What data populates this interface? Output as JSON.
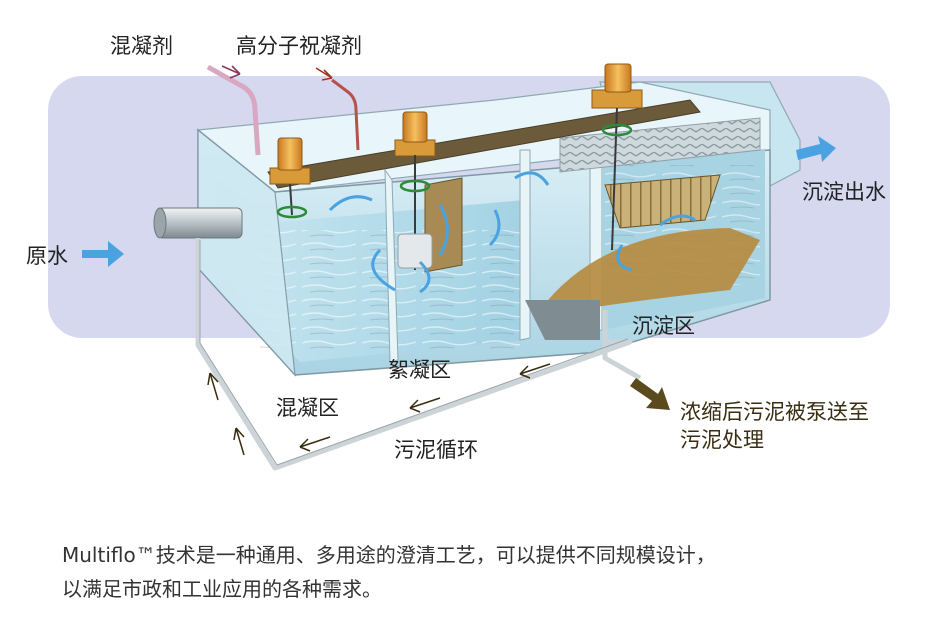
{
  "labels": {
    "coagulant": "混凝剂",
    "polymer": "高分子祝凝剂",
    "raw_water": "原水",
    "effluent": "沉淀出水",
    "settling_zone": "沉淀区",
    "flocculation_zone": "絮凝区",
    "coagulation_zone": "混凝区",
    "sludge_recirculation": "污泥循环",
    "sludge_pumped_line1": "浓缩后污泥被泵送至",
    "sludge_pumped_line2": "污泥处理"
  },
  "caption": {
    "line1": "Multiflo™技术是一种通用、多用途的澄清工艺，可以提供不同规模设计，",
    "line2": "以满足市政和工业应用的各种需求。"
  },
  "colors": {
    "background_band": "#d6d8ef",
    "tank_glass": "#bfe3ee",
    "water": "#a9d7e6",
    "walkway": "#6b5b3a",
    "motor": "#e8a43a",
    "flow_arrow": "#4aa3e0",
    "sludge": "#b68a3c",
    "sludge_arrow": "#5a4a1e",
    "pipe": "#cfd6da",
    "coagulant_pipe": "#d9a7c0",
    "polymer_pipe": "#b5524a"
  }
}
